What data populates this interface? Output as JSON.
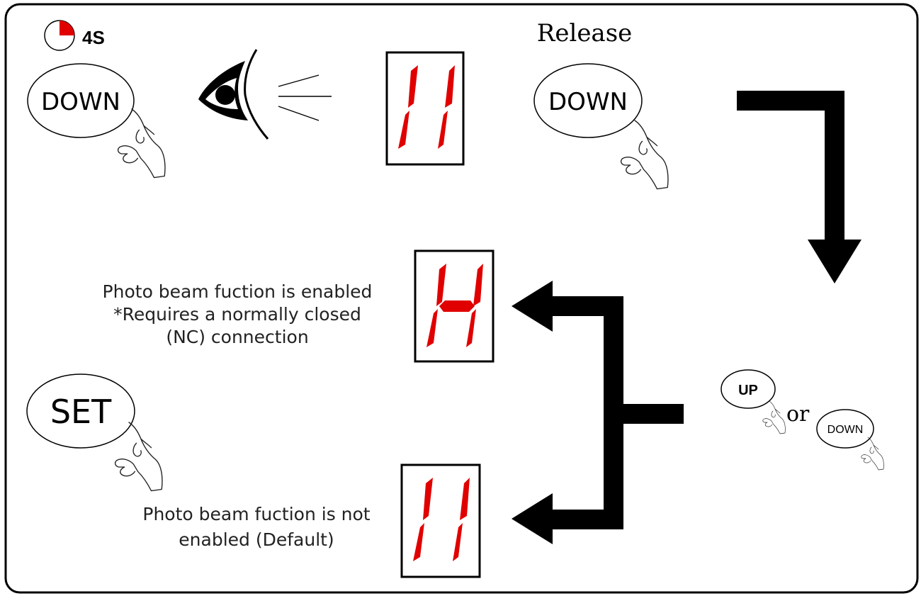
{
  "timer": {
    "label": "4S"
  },
  "step1": {
    "button_label": "DOWN"
  },
  "step2": {
    "title": "Release",
    "button_label": "DOWN"
  },
  "selector": {
    "up_label": "UP",
    "or_label": "or",
    "down_label": "DOWN"
  },
  "option_enabled": {
    "caption_line1": "Photo beam fuction is enabled",
    "caption_line2": "*Requires a normally closed",
    "caption_line3": "(NC) connection"
  },
  "option_disabled": {
    "caption_line1": "Photo beam fuction is not",
    "caption_line2": "enabled (Default)"
  },
  "confirm": {
    "button_label": "SET"
  },
  "colors": {
    "segment": "#e00000",
    "arrow": "#000000",
    "outline": "#000000",
    "timer_fill": "#e00000"
  }
}
